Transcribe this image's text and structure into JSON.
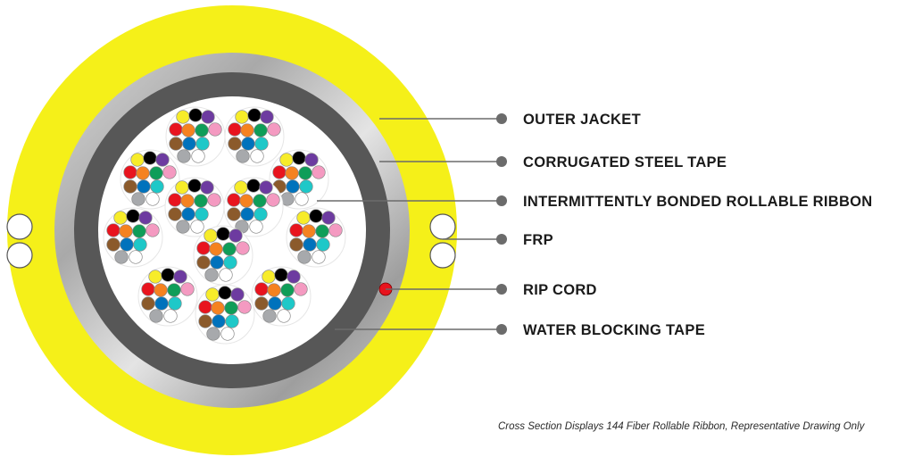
{
  "labels": {
    "outer_jacket": "OUTER JACKET",
    "corrugated_steel_tape": "CORRUGATED STEEL TAPE",
    "rollable_ribbon": "INTERMITTENTLY BONDED ROLLABLE RIBBON",
    "frp": "FRP",
    "rip_cord": "RIP CORD",
    "water_blocking_tape": "WATER BLOCKING TAPE"
  },
  "caption": "Cross Section Displays 144 Fiber Rollable Ribbon, Representative Drawing Only",
  "colors": {
    "jacket": "#f5f019",
    "steel": "#b9b9b9",
    "water_blocking": "#575757",
    "core": "#ffffff",
    "rip_cord": "#e8141e",
    "leader": "#6b6b6b",
    "fiber_colors": [
      "#f7ec2a",
      "#000000",
      "#6d3ba0",
      "#e8141e",
      "#f58220",
      "#0f9d58",
      "#f49ac1",
      "#8b5a2b",
      "#0072bc",
      "#1ec8c8",
      "#a7a9ac",
      "#ffffff"
    ]
  }
}
